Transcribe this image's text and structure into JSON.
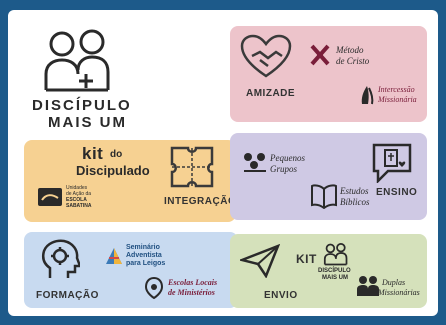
{
  "header": {
    "title_line1": "DISCÍPULO",
    "title_line2": "MAIS UM"
  },
  "amizade": {
    "label": "AMIZADE",
    "metodo_line1": "Método",
    "metodo_line2": "de Cristo",
    "intercessao_line1": "Intercessão",
    "intercessao_line2": "Missionária"
  },
  "kit_block": {
    "kit_word": "kit",
    "do_word": "do",
    "discipulado": "Discipulado",
    "escola_line1": "Unidades",
    "escola_line2": "de Ação da",
    "escola_line3": "ESCOLA",
    "escola_line4": "SABATINA",
    "label": "INTEGRAÇÃO"
  },
  "ensino": {
    "pequenos_line1": "Pequenos",
    "pequenos_line2": "Grupos",
    "estudos_line1": "Estudos",
    "estudos_line2": "Bíblicos",
    "label": "ENSINO"
  },
  "formacao": {
    "label": "FORMAÇÃO",
    "seminario_line1": "Seminário",
    "seminario_line2": "Adventista",
    "seminario_line3": "para Leigos",
    "escolas_line1": "Escolas Locais",
    "escolas_line2": "de Ministérios"
  },
  "envio": {
    "label": "ENVIO",
    "kit_word": "KIT",
    "badge_line1": "DISCÍPULO",
    "badge_line2": "MAIS UM",
    "duplas_line1": "Duplas",
    "duplas_line2": "Missionárias"
  },
  "colors": {
    "background": "#1d5a8a",
    "amizade": "#edc4cb",
    "kit": "#f6d192",
    "ensino": "#cfc9e4",
    "formacao": "#c8daf0",
    "envio": "#d5e1bb",
    "maroon": "#7a1e3a"
  }
}
